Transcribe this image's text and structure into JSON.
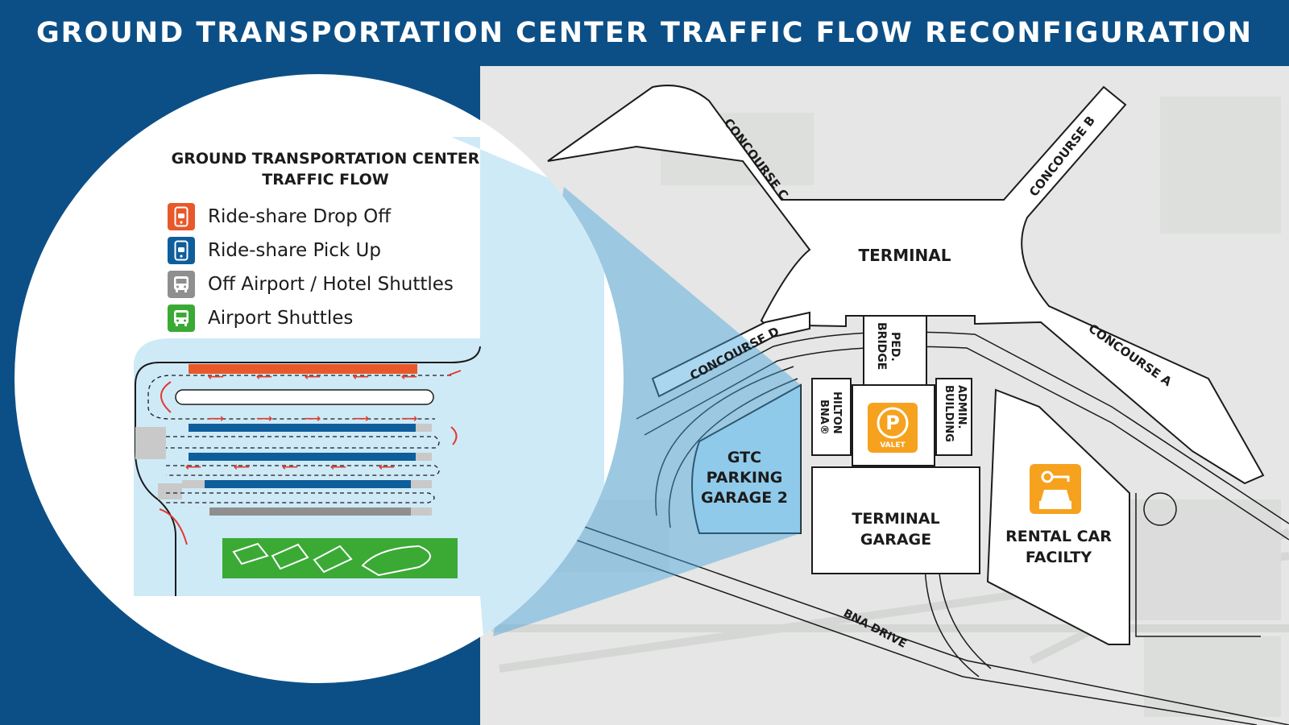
{
  "header": {
    "title": "GROUND TRANSPORTATION CENTER TRAFFIC FLOW RECONFIGURATION"
  },
  "legend": {
    "title_line1": "GROUND TRANSPORTATION CENTER",
    "title_line2": "TRAFFIC FLOW",
    "items": [
      {
        "label": "Ride-share Drop Off",
        "color": "#e8582b",
        "icon": "rideshare-phone-icon"
      },
      {
        "label": "Ride-share Pick Up",
        "color": "#0f5e9c",
        "icon": "rideshare-phone-icon"
      },
      {
        "label": "Off Airport / Hotel Shuttles",
        "color": "#8f8f8f",
        "icon": "bus-icon"
      },
      {
        "label": "Airport Shuttles",
        "color": "#3aaa35",
        "icon": "bus-icon"
      }
    ]
  },
  "map": {
    "labels": {
      "terminal": "TERMINAL",
      "concourse_a": "CONCOURSE A",
      "concourse_b": "CONCOURSE B",
      "concourse_c": "CONCOURSE C",
      "concourse_d": "CONCOURSE D",
      "ped_bridge_1": "PED.",
      "ped_bridge_2": "BRIDGE",
      "hilton_1": "HILTON",
      "hilton_2": "BNA®",
      "admin_1": "ADMIN.",
      "admin_2": "BUILDING",
      "valet_icon": "P",
      "valet": "VALET",
      "gtc_1": "GTC",
      "gtc_2": "PARKING",
      "gtc_3": "GARAGE 2",
      "terminal_garage_1": "TERMINAL",
      "terminal_garage_2": "GARAGE",
      "rental_1": "RENTAL CAR",
      "rental_2": "FACILTY",
      "bna_drive": "BNA DRIVE"
    },
    "colors": {
      "accent_blue": "#0c4f86",
      "highlight": "#cfeaf7",
      "valet_orange": "#f6a21e",
      "route_red": "#e03a2f"
    }
  }
}
